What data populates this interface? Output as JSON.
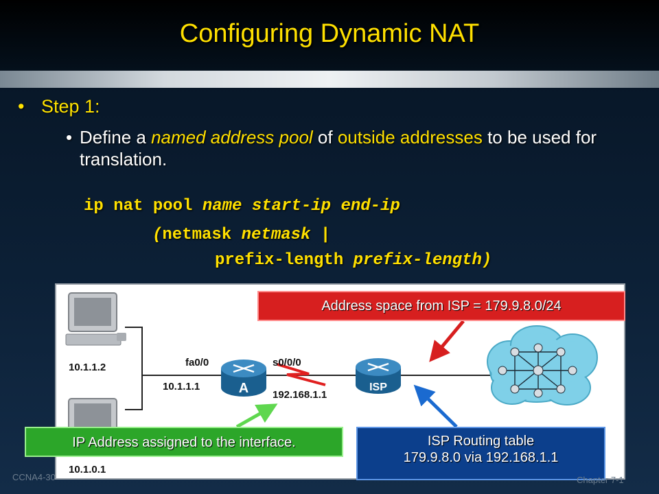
{
  "slide": {
    "title": "Configuring Dynamic NAT",
    "step": "Step 1:",
    "bullet_dot": "•",
    "sub_bullet": {
      "part1": "Define a ",
      "part2": "named address pool",
      "part3": " of ",
      "part4": "outside addresses",
      "part5": " to be used for translation."
    },
    "command": {
      "line1_keyword": "ip nat pool ",
      "line1_args": "name start-ip end-ip",
      "line2_open": "(",
      "line2_keyword": "netmask ",
      "line2_arg": "netmask |",
      "line3_keyword": "prefix-length ",
      "line3_arg": "prefix-length)"
    }
  },
  "diagram": {
    "host_top_ip": "10.1.1.2",
    "host_bottom_ip": "10.1.0.1",
    "router_a_port": "fa0/0",
    "router_a_ip": "10.1.1.1",
    "router_a_name": "A",
    "serial_port": "s0/0/0",
    "serial_ip": "192.168.1.1",
    "isp_name": "ISP"
  },
  "callouts": {
    "isp_space_prefix": "Address space from ISP = ",
    "isp_space_value": "179.9.8.0/24",
    "interface_ip": "IP Address assigned to the interface.",
    "routing_title": "ISP Routing table",
    "routing_entry": "179.9.8.0 via 192.168.1.1"
  },
  "footer": {
    "left": "CCNA4-30",
    "right": "Chapter 7-1"
  },
  "colors": {
    "title": "#ffe000",
    "callout_red": "#d71f1f",
    "callout_green": "#2ca629",
    "callout_blue": "#0c3f8c",
    "router": "#1f6ea0"
  }
}
